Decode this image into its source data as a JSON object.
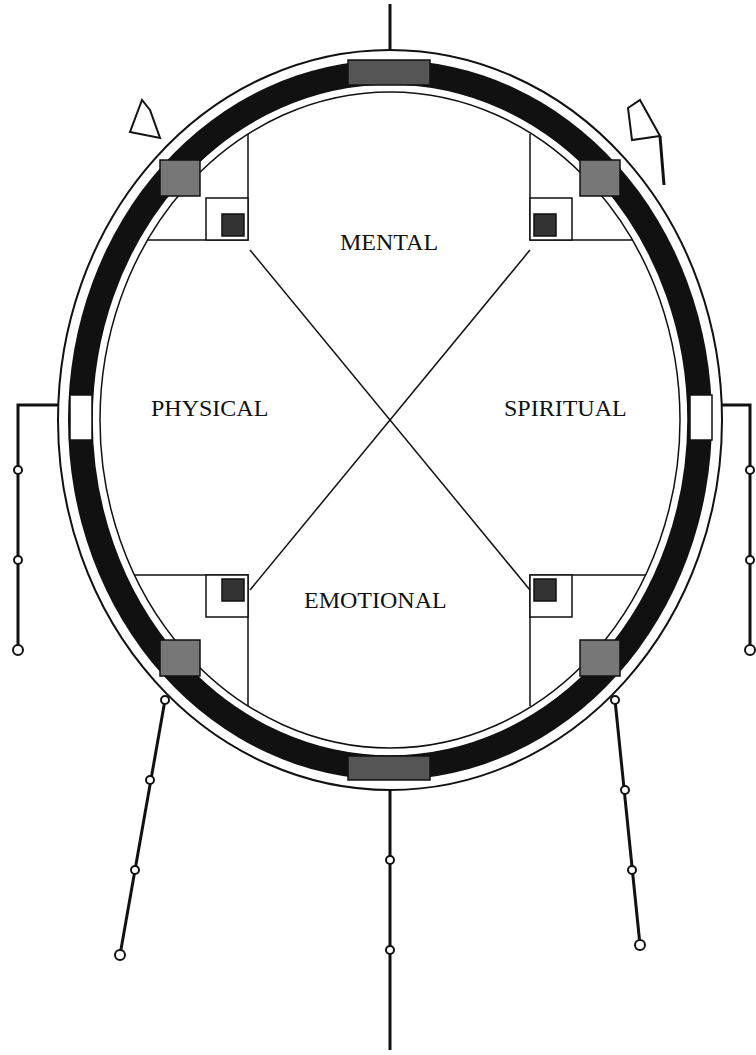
{
  "diagram": {
    "labels": [
      "MENTAL",
      "PHYSICAL",
      "SPIRITUAL",
      "EMOTIONAL"
    ]
  }
}
